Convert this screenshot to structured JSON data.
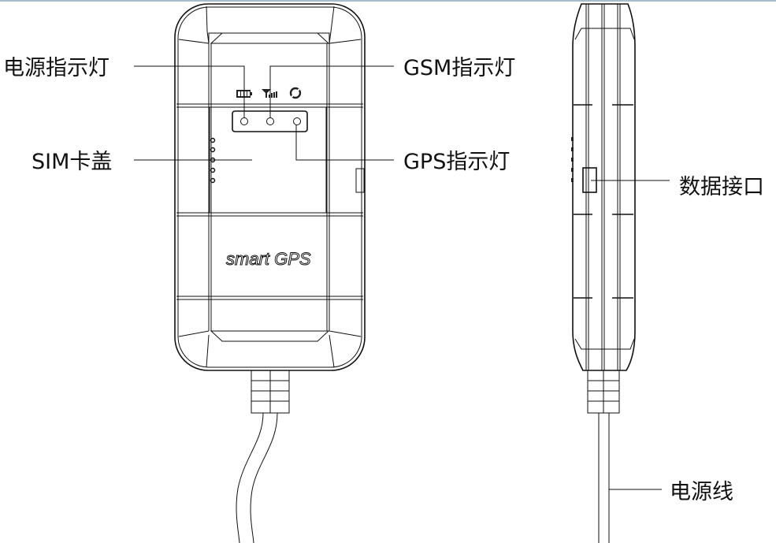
{
  "labels": {
    "power_indicator": "电源指示灯",
    "gsm_indicator": "GSM指示灯",
    "sim_cover": "SIM卡盖",
    "gps_indicator": "GPS指示灯",
    "data_port": "数据接口",
    "power_cable": "电源线"
  },
  "device": {
    "logo_text": "smart GPS"
  }
}
